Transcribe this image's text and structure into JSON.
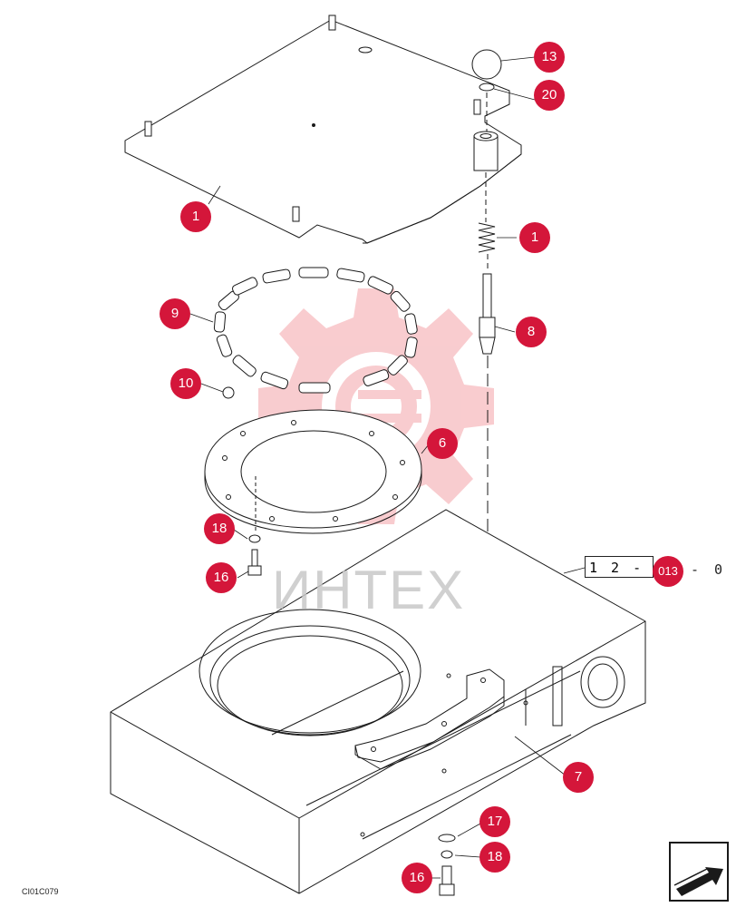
{
  "diagram": {
    "reference_code": "1 2 - 0",
    "reference_suffix": "- 0 (",
    "drawing_code": "CI01C079",
    "watermark_text": "ИНТЕХ",
    "callout_color": "#d4163a",
    "watermark_color": "#f4a3a8",
    "callouts": [
      {
        "id": "c13",
        "label": "13"
      },
      {
        "id": "c20",
        "label": "20"
      },
      {
        "id": "c1a",
        "label": "1"
      },
      {
        "id": "c1b",
        "label": "1"
      },
      {
        "id": "c8",
        "label": "8"
      },
      {
        "id": "c9",
        "label": "9"
      },
      {
        "id": "c10",
        "label": "10"
      },
      {
        "id": "c6",
        "label": "6"
      },
      {
        "id": "c18a",
        "label": "18"
      },
      {
        "id": "c16a",
        "label": "16"
      },
      {
        "id": "c013",
        "label": "013"
      },
      {
        "id": "c7",
        "label": "7"
      },
      {
        "id": "c17",
        "label": "17"
      },
      {
        "id": "c18b",
        "label": "18"
      },
      {
        "id": "c16b",
        "label": "16"
      }
    ],
    "icons": {
      "next_page": "arrow-next-page-icon",
      "watermark_logo": "gear-logo-icon"
    }
  }
}
